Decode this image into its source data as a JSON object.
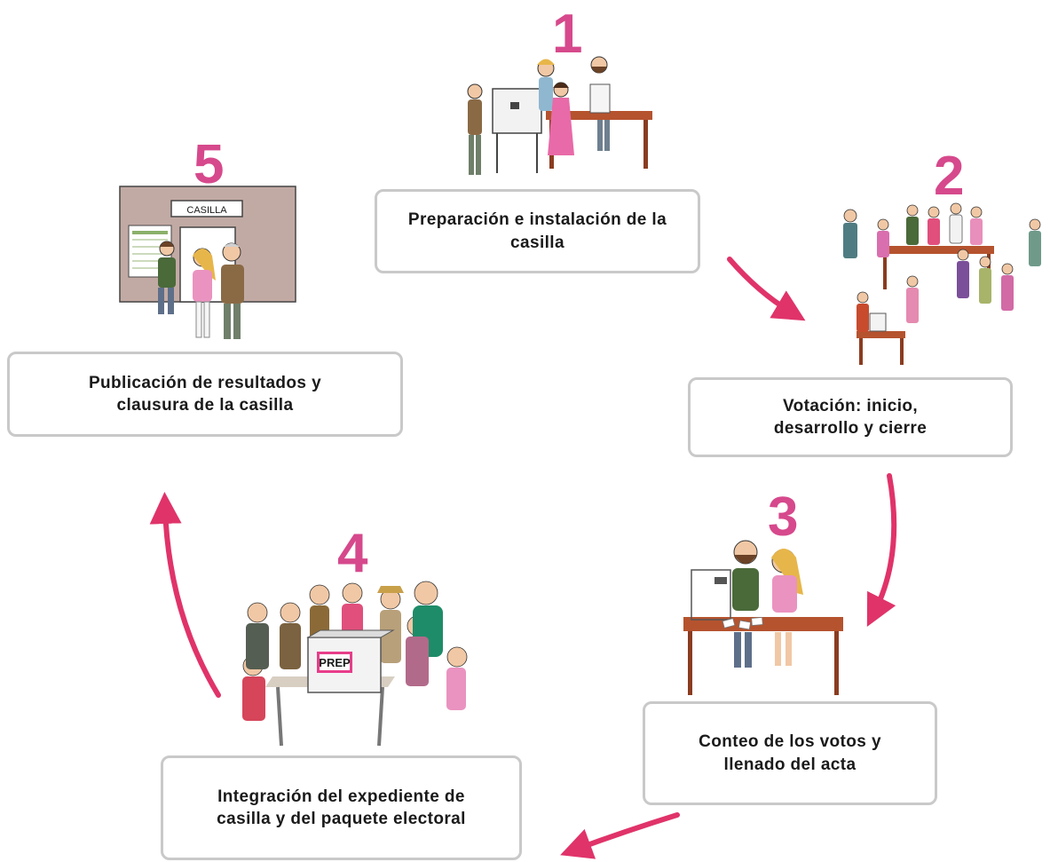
{
  "diagram": {
    "steps": [
      {
        "number": "1",
        "label": "Preparación e instalación de la casilla"
      },
      {
        "number": "2",
        "label": "Votación: inicio, desarrollo y cierre"
      },
      {
        "number": "3",
        "label": "Conteo de los votos y llenado del acta"
      },
      {
        "number": "4",
        "label": "Integración del expediente de casilla y del paquete electoral"
      },
      {
        "number": "5",
        "label": "Publicación de resultados y clausura de la casilla"
      }
    ],
    "illustration_text": {
      "casilla_sign": "CASILLA",
      "ballot_box_label": "PREP"
    }
  },
  "colors": {
    "accent": "#d6498c",
    "arrow": "#e0336a",
    "box_border": "#c9c9c9",
    "table": "#b5532e",
    "wall": "#c2aaa4"
  }
}
